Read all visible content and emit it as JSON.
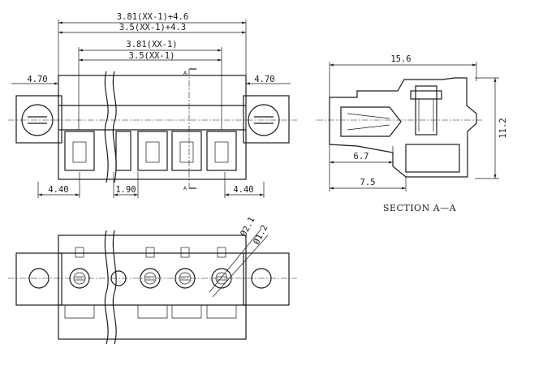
{
  "drawing": {
    "front_view": {
      "overall_length_381": "3.81(XX-1)+4.6",
      "overall_length_35": "3.5(XX-1)+4.3",
      "pitch_span_381": "3.81(XX-1)",
      "pitch_span_35": "3.5(XX-1)",
      "flange_left": "4.70",
      "flange_right": "4.70",
      "bottom_left": "4.40",
      "bottom_pitch": "1.90",
      "bottom_right": "4.40",
      "section_marker": "A"
    },
    "section_view": {
      "width": "15.6",
      "height": "11.2",
      "depth_inner": "6.7",
      "depth_outer": "7.5",
      "caption": "SECTION A—A"
    },
    "top_view": {
      "hole_dia_1": "Ø2.1",
      "hole_dia_2": "Ø1.2"
    }
  }
}
